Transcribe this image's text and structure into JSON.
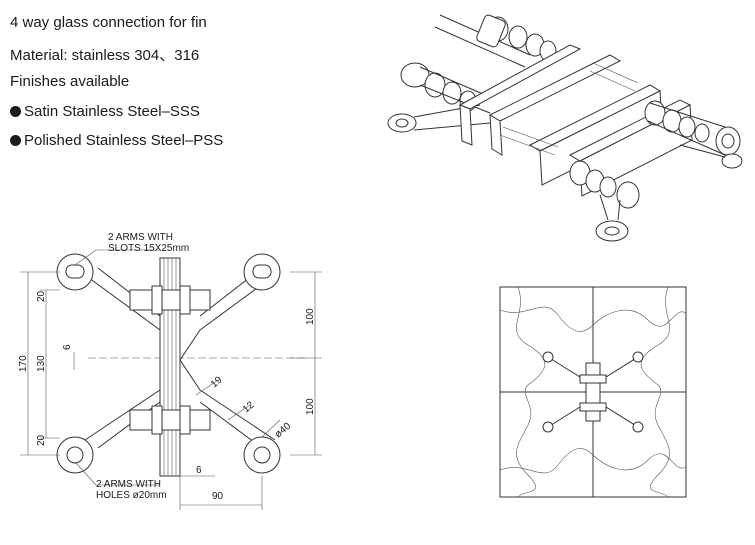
{
  "specs": {
    "title": "4 way glass connection for fin",
    "material": "Material: stainless 304、316",
    "finishes": "Finishes available",
    "options": [
      "Satin Stainless Steel–SSS",
      "Polished Stainless Steel–PSS"
    ]
  },
  "drawing": {
    "slots_line1": "2  ARMS WITH",
    "slots_line2": "SLOTS 15X25mm",
    "holes_line1": "2  ARMS WITH",
    "holes_line2": "HOLES  ø20mm",
    "dims": {
      "d170": "170",
      "d130": "130",
      "d20_top": "20",
      "d20_bottom": "20",
      "d6_left": "6",
      "d100_top": "100",
      "d100_bottom": "100",
      "d19": "19",
      "d12": "12",
      "d40": "ø40",
      "d6_bottom": "6",
      "d90": "90"
    }
  }
}
